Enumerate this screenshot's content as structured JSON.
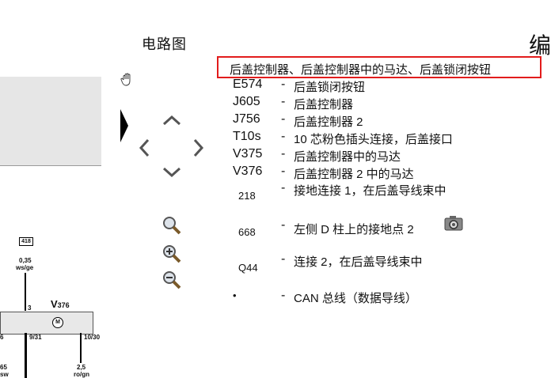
{
  "page_title": "电路图",
  "edge_title": "编",
  "header": "后盖控制器、后盖控制器中的马达、后盖锁闭按钮",
  "legend": [
    {
      "code": "E574",
      "desc": "后盖锁闭按钮"
    },
    {
      "code": "J605",
      "desc": "后盖控制器"
    },
    {
      "code": "J756",
      "desc": "后盖控制器 2"
    },
    {
      "code": "T10s",
      "desc": "10 芯粉色插头连接，后盖接口"
    },
    {
      "code": "V375",
      "desc": "后盖控制器中的马达"
    },
    {
      "code": "V376",
      "desc": "后盖控制器 2 中的马达"
    },
    {
      "code": "218",
      "desc": "接地连接 1，在后盖导线束中"
    },
    {
      "code": "668",
      "desc": "左侧 D 柱上的接地点 2"
    },
    {
      "code": "Q44",
      "desc": "连接 2，在后盖导线束中"
    },
    {
      "code": "•",
      "desc": "CAN 总线（数据导线）"
    }
  ],
  "dash": "-",
  "diagram": {
    "box": "418",
    "wire_size": "0,35",
    "wire_color": "ws/ge",
    "pin_top": "3",
    "component": "V",
    "component_sub": "376",
    "motor": "M",
    "pin_left": "6",
    "pin_mid": "9/31",
    "pin_right": "10/30",
    "bottom_left_size": "65",
    "bottom_left_color": "sw",
    "bottom_right_size": "2,5",
    "bottom_right_color": "ro/gn"
  },
  "colors": {
    "highlight": "#e21c1c",
    "panel": "#e6e6e6"
  },
  "toolbar_icons": [
    "hand-icon",
    "arrow-up-icon",
    "arrow-left-icon",
    "arrow-right-icon",
    "arrow-down-icon",
    "magnifier-icon",
    "zoom-in-icon",
    "zoom-out-icon",
    "camera-icon"
  ]
}
